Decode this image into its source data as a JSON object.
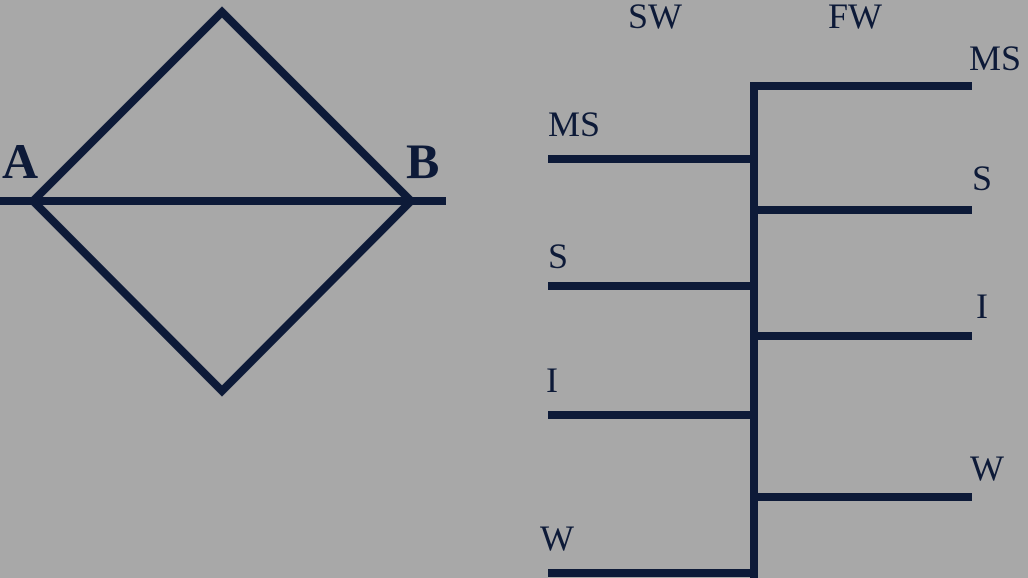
{
  "diagram": {
    "nodes": {
      "a_label": "A",
      "b_label": "B"
    },
    "columns": {
      "sw_label": "SW",
      "fw_label": "FW"
    },
    "sw_rows": [
      {
        "label": "MS"
      },
      {
        "label": "S"
      },
      {
        "label": "I"
      },
      {
        "label": "W"
      }
    ],
    "fw_rows": [
      {
        "label": "MS"
      },
      {
        "label": "S"
      },
      {
        "label": "I"
      },
      {
        "label": "W"
      }
    ],
    "colors": {
      "background": "#a8a8a8",
      "ink": "#0d1a38"
    }
  }
}
